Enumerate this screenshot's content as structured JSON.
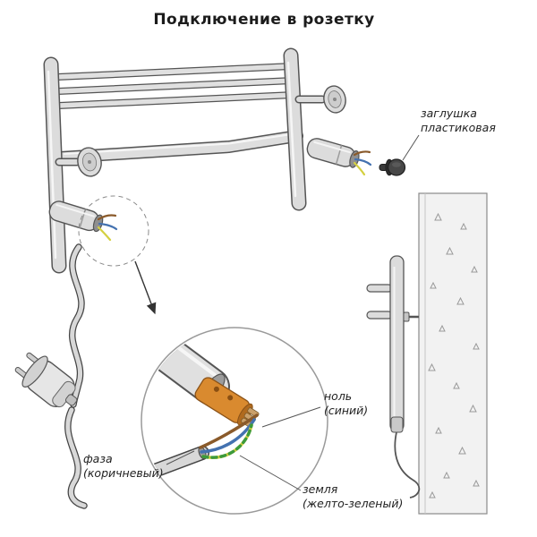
{
  "title": "Подключение в розетку",
  "annotations": {
    "cap": {
      "line1": "заглушка",
      "line2": "пластиковая"
    },
    "neutral": {
      "line1": "ноль",
      "line2": "(синий)"
    },
    "phase": {
      "line1": "фаза",
      "line2": "(коричневый)"
    },
    "earth": {
      "line1": "земля",
      "line2": "(желто-зеленый)"
    }
  },
  "colors": {
    "phase_wire": "#8a5a2a",
    "neutral_wire": "#4472b0",
    "earth_wire_yellow": "#d4d040",
    "earth_wire_green": "#3c9a3c",
    "metal": "#dcdcdc",
    "cap_plastic": "#474747",
    "terminal_block": "#d98a2f"
  }
}
